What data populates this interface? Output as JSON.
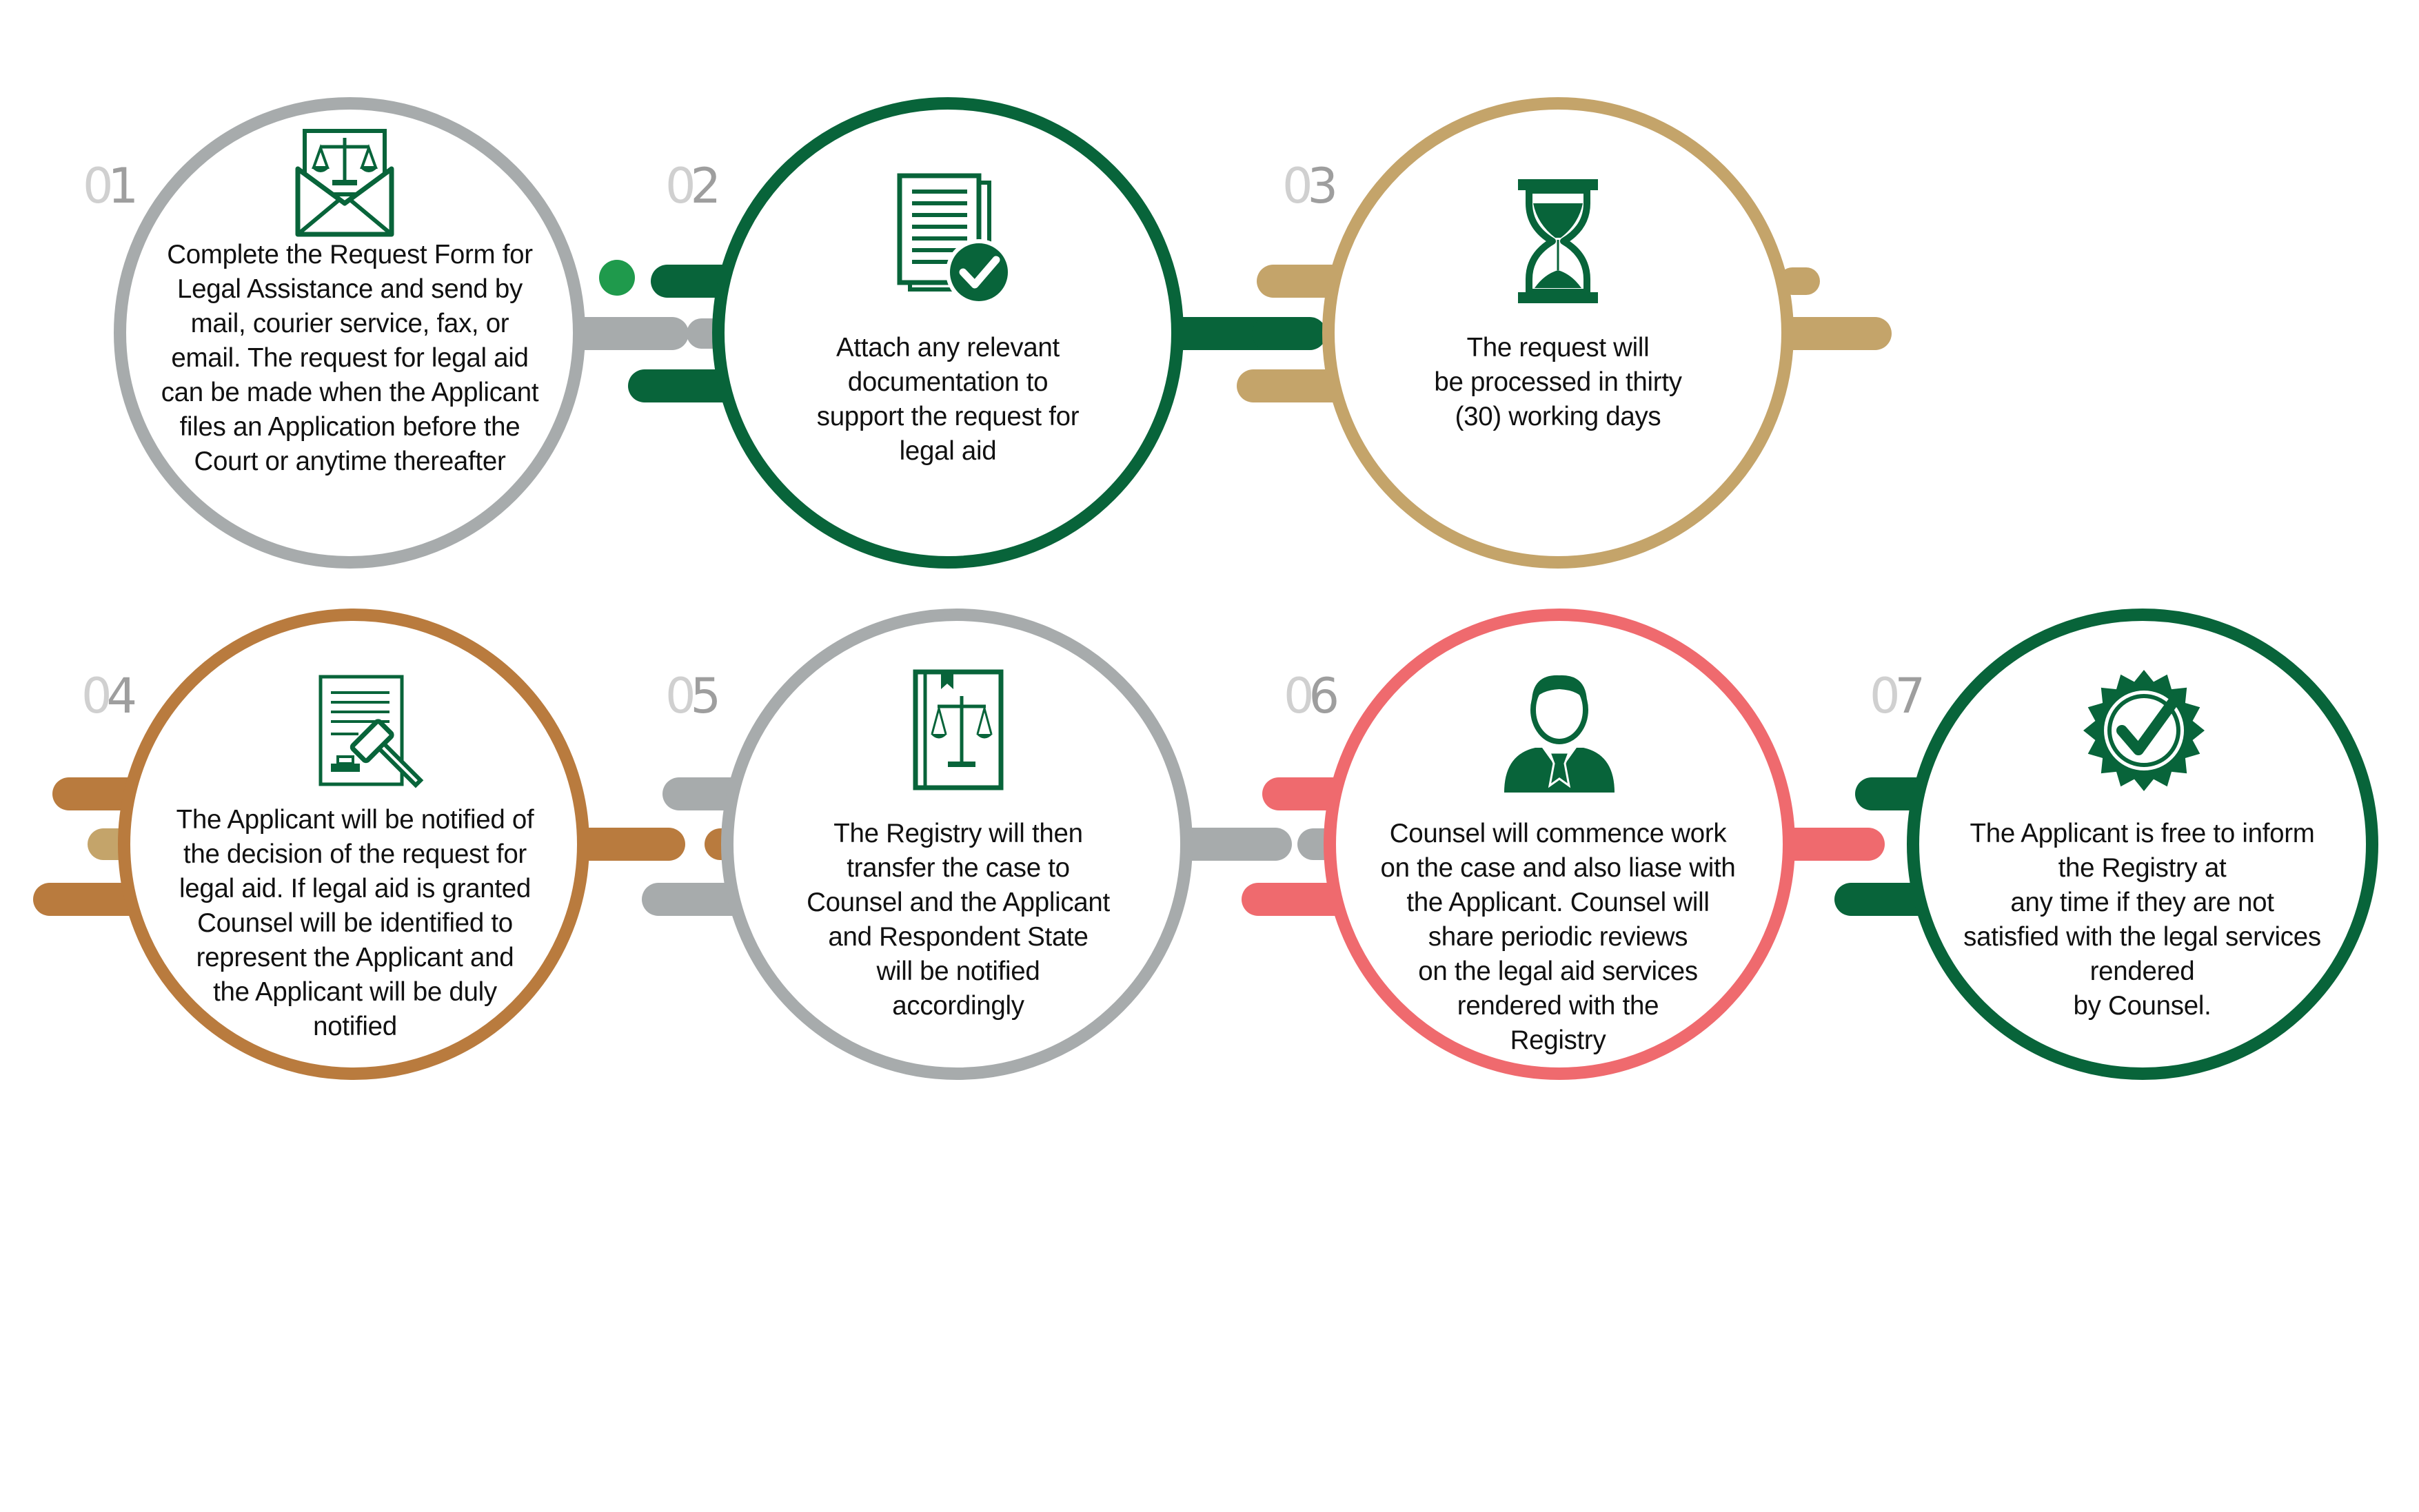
{
  "colors": {
    "gray": "#a7abac",
    "green": "#08643a",
    "tan": "#c4a46a",
    "brown": "#b97b3e",
    "red": "#ef6a6e",
    "bright_green": "#1f9a4c",
    "number_light": "#d0d0d0",
    "number_dark": "#9e9e9e",
    "text": "#111111"
  },
  "steps": [
    {
      "number": "01",
      "color": "gray",
      "icon": "envelope-scales-icon",
      "text": "Complete the Request Form for\nLegal Assistance and send by\nmail, courier service, fax, or\nemail. The request for legal aid\ncan be made when the Applicant\nfiles an Application before the\nCourt or anytime thereafter"
    },
    {
      "number": "02",
      "color": "green",
      "icon": "document-checkmark-icon",
      "text": "Attach any relevant\ndocumentation to\nsupport the request for\nlegal aid"
    },
    {
      "number": "03",
      "color": "tan",
      "icon": "hourglass-icon",
      "text": "The request will\nbe processed in thirty\n(30) working days"
    },
    {
      "number": "04",
      "color": "brown",
      "icon": "gavel-document-icon",
      "text": "The Applicant will be notified of\nthe decision of the request for\nlegal aid. If legal aid is granted\nCounsel will be identified to\nrepresent the Applicant and\nthe Applicant will be duly\nnotified"
    },
    {
      "number": "05",
      "color": "gray",
      "icon": "law-book-icon",
      "text": "The Registry will then\ntransfer the case to\nCounsel and the Applicant\nand Respondent State\nwill be notified\naccordingly"
    },
    {
      "number": "06",
      "color": "red",
      "icon": "counsel-person-icon",
      "text": "Counsel will commence work\non the case and also liase with\nthe Applicant. Counsel will\nshare periodic reviews\non the legal aid services\nrendered with the\nRegistry"
    },
    {
      "number": "07",
      "color": "green",
      "icon": "approval-seal-icon",
      "text": "The Applicant is free to inform\nthe Registry at\nany time if they are not\nsatisfied with the legal services\nrendered\nby Counsel."
    }
  ]
}
